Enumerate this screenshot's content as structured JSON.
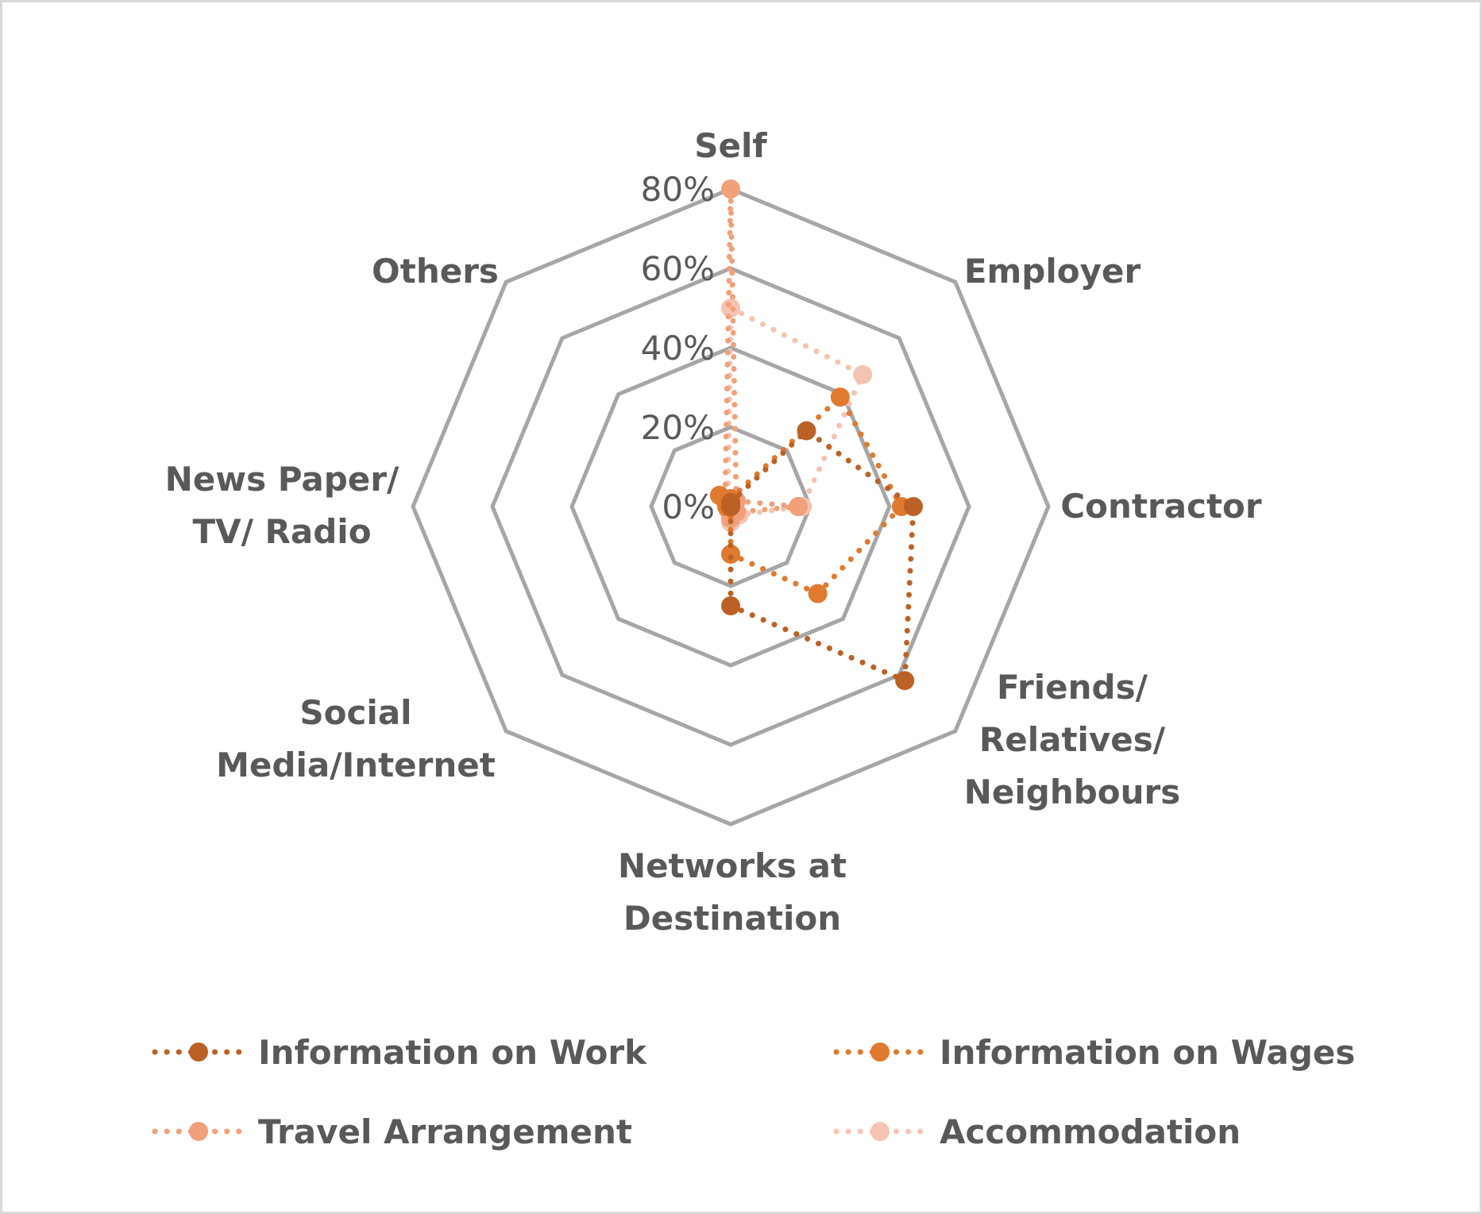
{
  "chart_data": {
    "type": "radar",
    "title": "",
    "categories": [
      [
        "Self"
      ],
      [
        "Employer"
      ],
      [
        "Contractor"
      ],
      [
        "Friends/",
        "Relatives/",
        "Neighbours"
      ],
      [
        "Networks at",
        "Destination"
      ],
      [
        "Social",
        "Media/Internet"
      ],
      [
        "News Paper/",
        "TV/ Radio"
      ],
      [
        "Others"
      ]
    ],
    "rlim": [
      0,
      80
    ],
    "ticks": [
      0,
      20,
      40,
      60,
      80
    ],
    "tick_labels": [
      "0%",
      "20%",
      "40%",
      "60%",
      "80%"
    ],
    "grid": true,
    "legend_position": "bottom",
    "series": [
      {
        "name": "Information on Work",
        "color": "#BC6125",
        "values": [
          1,
          27,
          46,
          62,
          25,
          0,
          0,
          0
        ]
      },
      {
        "name": "Information on Wages",
        "color": "#E07A2E",
        "values": [
          2,
          39,
          43,
          31,
          12,
          0,
          1,
          4
        ]
      },
      {
        "name": "Travel Arrangement",
        "color": "#F1A07A",
        "values": [
          80,
          2,
          17,
          2,
          3,
          1,
          1,
          2
        ]
      },
      {
        "name": "Accommodation",
        "color": "#F5C3B1",
        "values": [
          50,
          47,
          18,
          3,
          4,
          1,
          1,
          1
        ]
      }
    ]
  },
  "colors": {
    "grid": "#A6A6A6",
    "text": "#595959",
    "border": "#D9D9D9"
  }
}
